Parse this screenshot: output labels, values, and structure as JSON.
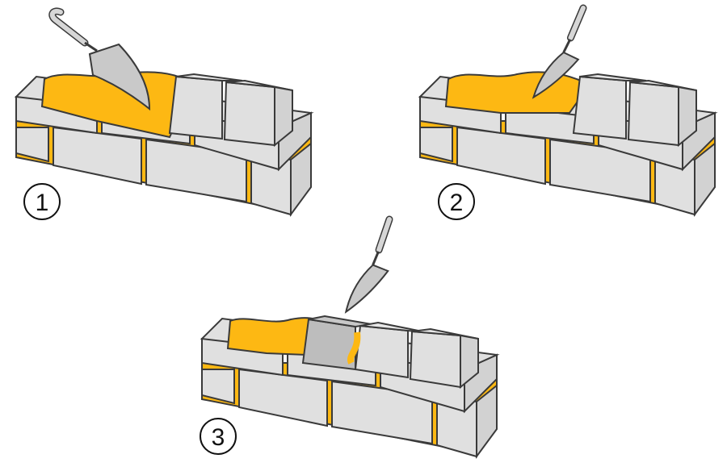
{
  "colors": {
    "mortar": "#FDB813",
    "brick": "#E0E0E0",
    "brick_pressed": "#BDBDBD",
    "outline": "#3a3a3a",
    "trowel_blade": "#C9C9C9",
    "trowel_handle": "#D6D6D6"
  },
  "steps": [
    {
      "number": "1"
    },
    {
      "number": "2"
    },
    {
      "number": "3"
    }
  ]
}
